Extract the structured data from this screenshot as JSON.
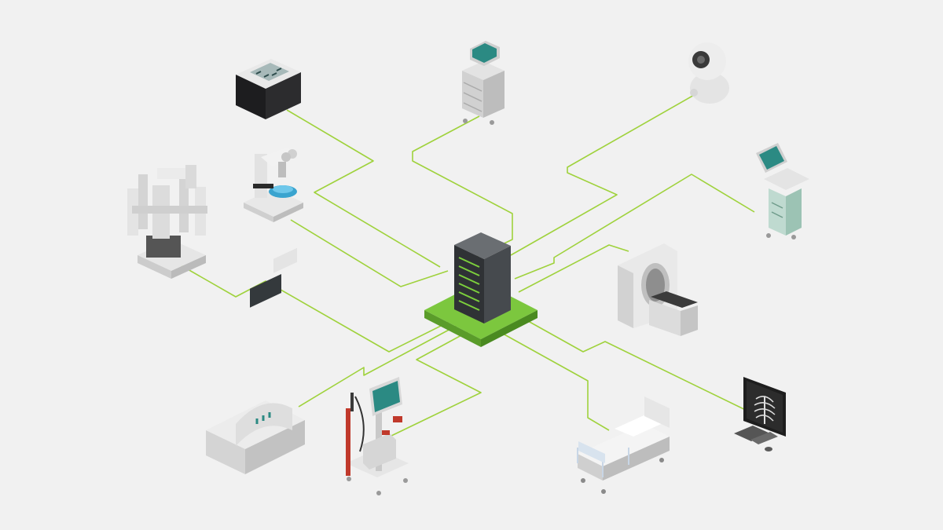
{
  "colors": {
    "background": "#f1f1f1",
    "connector": "#9fd23c",
    "hub_platform": "#76c13a",
    "server": "#3a3d40",
    "server_led": "#7ccf3c",
    "screen": "#2b8a83",
    "device_light": "#e6e6e6",
    "device_mid": "#c9c9c9",
    "device_dark": "#a9a9a9"
  },
  "nodes": [
    {
      "id": "hub",
      "icon": "server-rack-icon"
    },
    {
      "id": "control-box",
      "icon": "control-box-icon"
    },
    {
      "id": "ultrasound-cart",
      "icon": "ultrasound-cart-icon"
    },
    {
      "id": "camera",
      "icon": "security-camera-icon"
    },
    {
      "id": "microscope",
      "icon": "microscope-icon"
    },
    {
      "id": "surgical-robot",
      "icon": "surgical-robot-icon"
    },
    {
      "id": "monitor-cart",
      "icon": "patient-monitor-cart-icon"
    },
    {
      "id": "ct-scanner",
      "icon": "ct-scanner-icon"
    },
    {
      "id": "mri-machine",
      "icon": "mri-machine-icon"
    },
    {
      "id": "endoscope-tower",
      "icon": "endoscopy-tower-icon"
    },
    {
      "id": "hospital-bed",
      "icon": "hospital-bed-icon"
    },
    {
      "id": "xray-workstation",
      "icon": "xray-workstation-icon"
    }
  ]
}
